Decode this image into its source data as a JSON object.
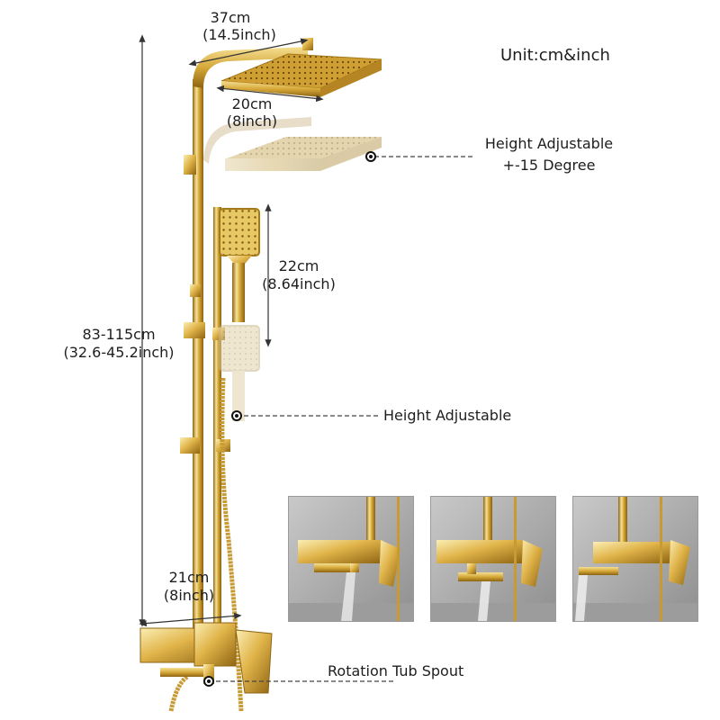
{
  "unit_label": "Unit:cm&inch",
  "dimensions": {
    "head_width": {
      "cm": "37cm",
      "inch": "(14.5inch)"
    },
    "head_depth": {
      "cm": "20cm",
      "inch": "(8inch)"
    },
    "handheld_range": {
      "cm": "22cm",
      "inch": "(8.64inch)"
    },
    "total_height": {
      "cm": "83-115cm",
      "inch": "(32.6-45.2inch)"
    },
    "mixer_width": {
      "cm": "21cm",
      "inch": "(8inch)"
    }
  },
  "callouts": {
    "head": {
      "line1": "Height Adjustable",
      "line2": "+-15 Degree"
    },
    "slider": {
      "line1": "Height Adjustable"
    },
    "spout": {
      "line1": "Rotation Tub Spout"
    }
  },
  "colors": {
    "gold_light": "#f3dc8a",
    "gold": "#d9ac3c",
    "gold_dark": "#9a6f14",
    "wall_gray": "#a8a8a8"
  }
}
